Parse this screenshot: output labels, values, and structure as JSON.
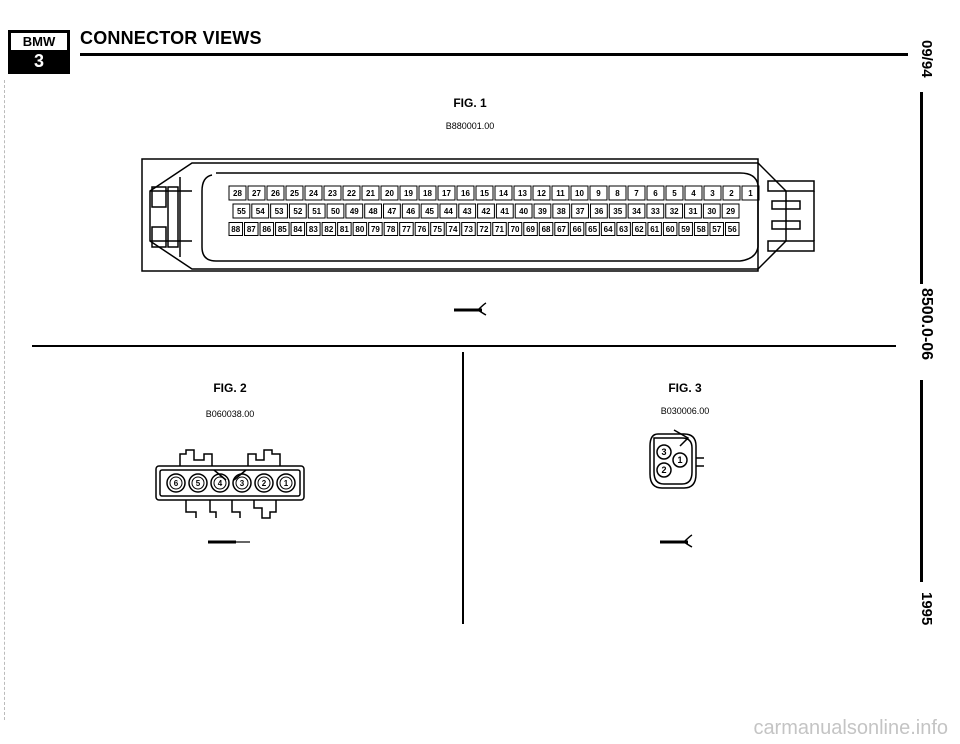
{
  "header": {
    "logo_brand": "BMW",
    "logo_series": "3",
    "title": "CONNECTOR VIEWS"
  },
  "side": {
    "date": "09/94",
    "doc_number": "8500.0-06",
    "year": "1995"
  },
  "fig1": {
    "caption": "FIG. 1",
    "code": "B880001.00",
    "row1_pins": [
      "28",
      "27",
      "26",
      "25",
      "24",
      "23",
      "22",
      "21",
      "20",
      "19",
      "18",
      "17",
      "16",
      "15",
      "14",
      "13",
      "12",
      "11",
      "10",
      "9",
      "8",
      "7",
      "6",
      "5",
      "4",
      "3",
      "2",
      "1"
    ],
    "row2_pins": [
      "55",
      "54",
      "53",
      "52",
      "51",
      "50",
      "49",
      "48",
      "47",
      "46",
      "45",
      "44",
      "43",
      "42",
      "41",
      "40",
      "39",
      "38",
      "37",
      "36",
      "35",
      "34",
      "33",
      "32",
      "31",
      "30",
      "29"
    ],
    "row3_pins": [
      "88",
      "87",
      "86",
      "85",
      "84",
      "83",
      "82",
      "81",
      "80",
      "79",
      "78",
      "77",
      "76",
      "75",
      "74",
      "73",
      "72",
      "71",
      "70",
      "69",
      "68",
      "67",
      "66",
      "65",
      "64",
      "63",
      "62",
      "61",
      "60",
      "59",
      "58",
      "57",
      "56"
    ]
  },
  "fig2": {
    "caption": "FIG. 2",
    "code": "B060038.00",
    "pins": [
      "6",
      "5",
      "4",
      "3",
      "2",
      "1"
    ]
  },
  "fig3": {
    "caption": "FIG. 3",
    "code": "B030006.00",
    "pins": [
      "3",
      "1",
      "2"
    ]
  },
  "watermark": "carmanualsonline.info"
}
